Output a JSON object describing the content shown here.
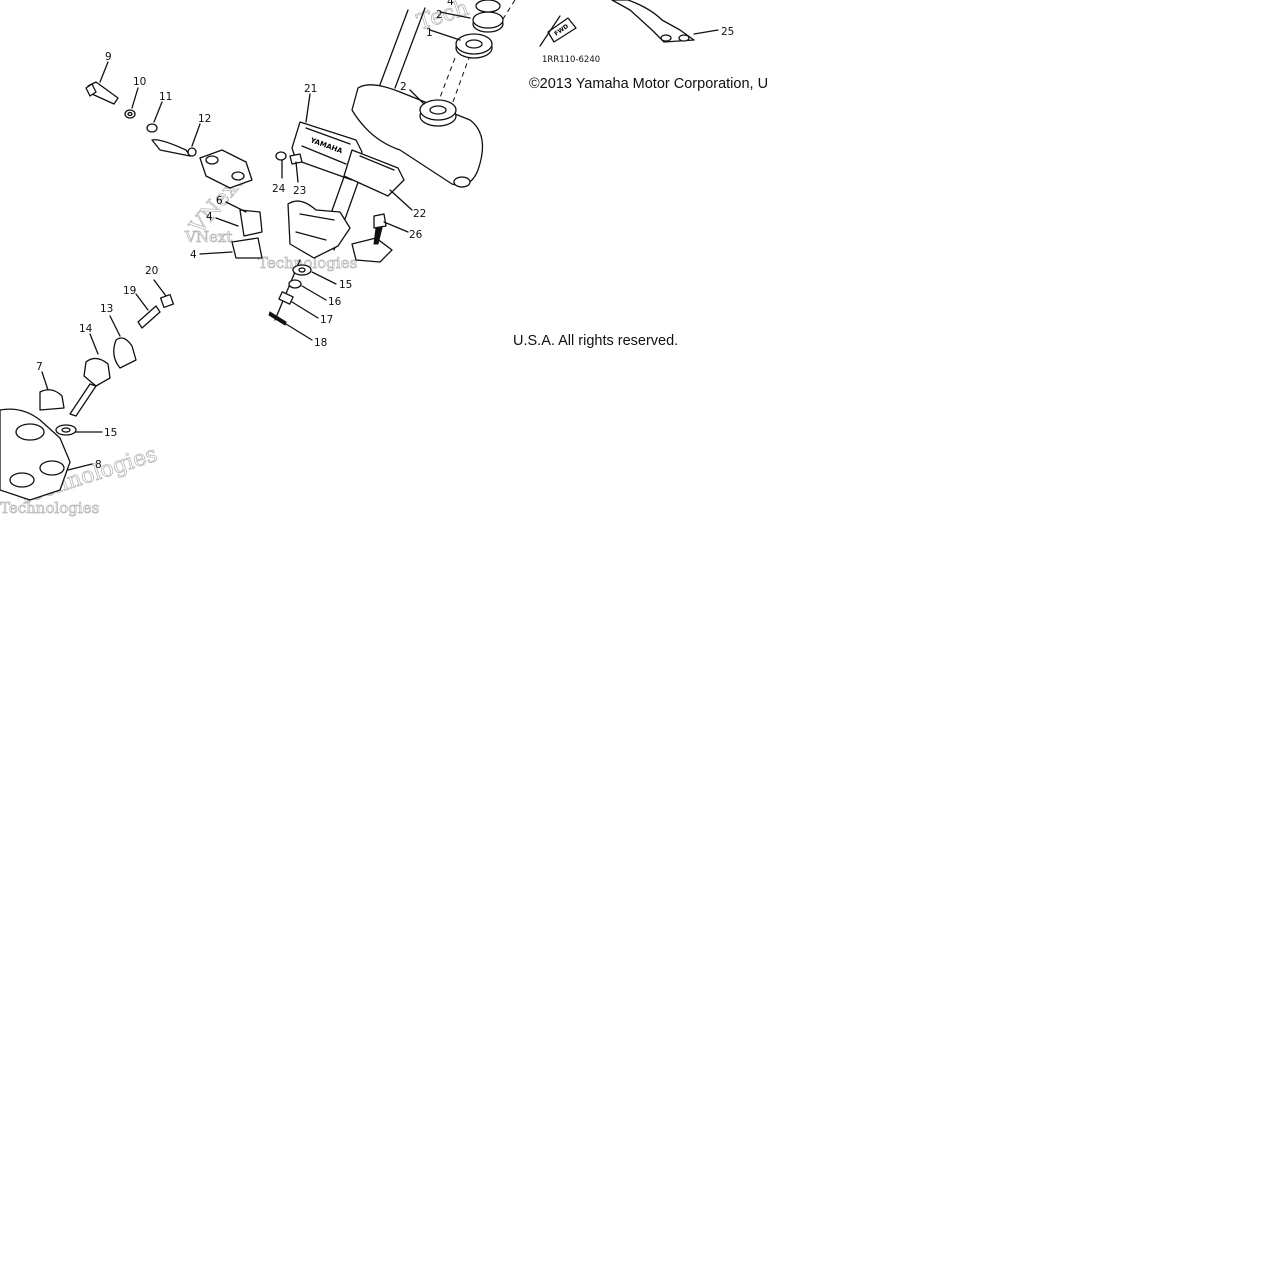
{
  "diagram": {
    "callouts": [
      "1",
      "2",
      "2",
      "4",
      "4",
      "4",
      "6",
      "7",
      "8",
      "9",
      "10",
      "11",
      "12",
      "13",
      "14",
      "15",
      "15",
      "16",
      "17",
      "18",
      "19",
      "20",
      "21",
      "22",
      "23",
      "24",
      "25",
      "26"
    ],
    "part_code": "1RR110-6240",
    "logo_text": "YAMAHA",
    "direction_tag": "FWD",
    "watermarks": [
      "Tech",
      "VNext",
      "Technologies",
      "Technologies",
      "Technologies",
      "VNext"
    ]
  },
  "copyright": {
    "line1": "©2013 Yamaha Motor Corporation, U",
    "line2": "U.S.A. All rights reserved."
  }
}
